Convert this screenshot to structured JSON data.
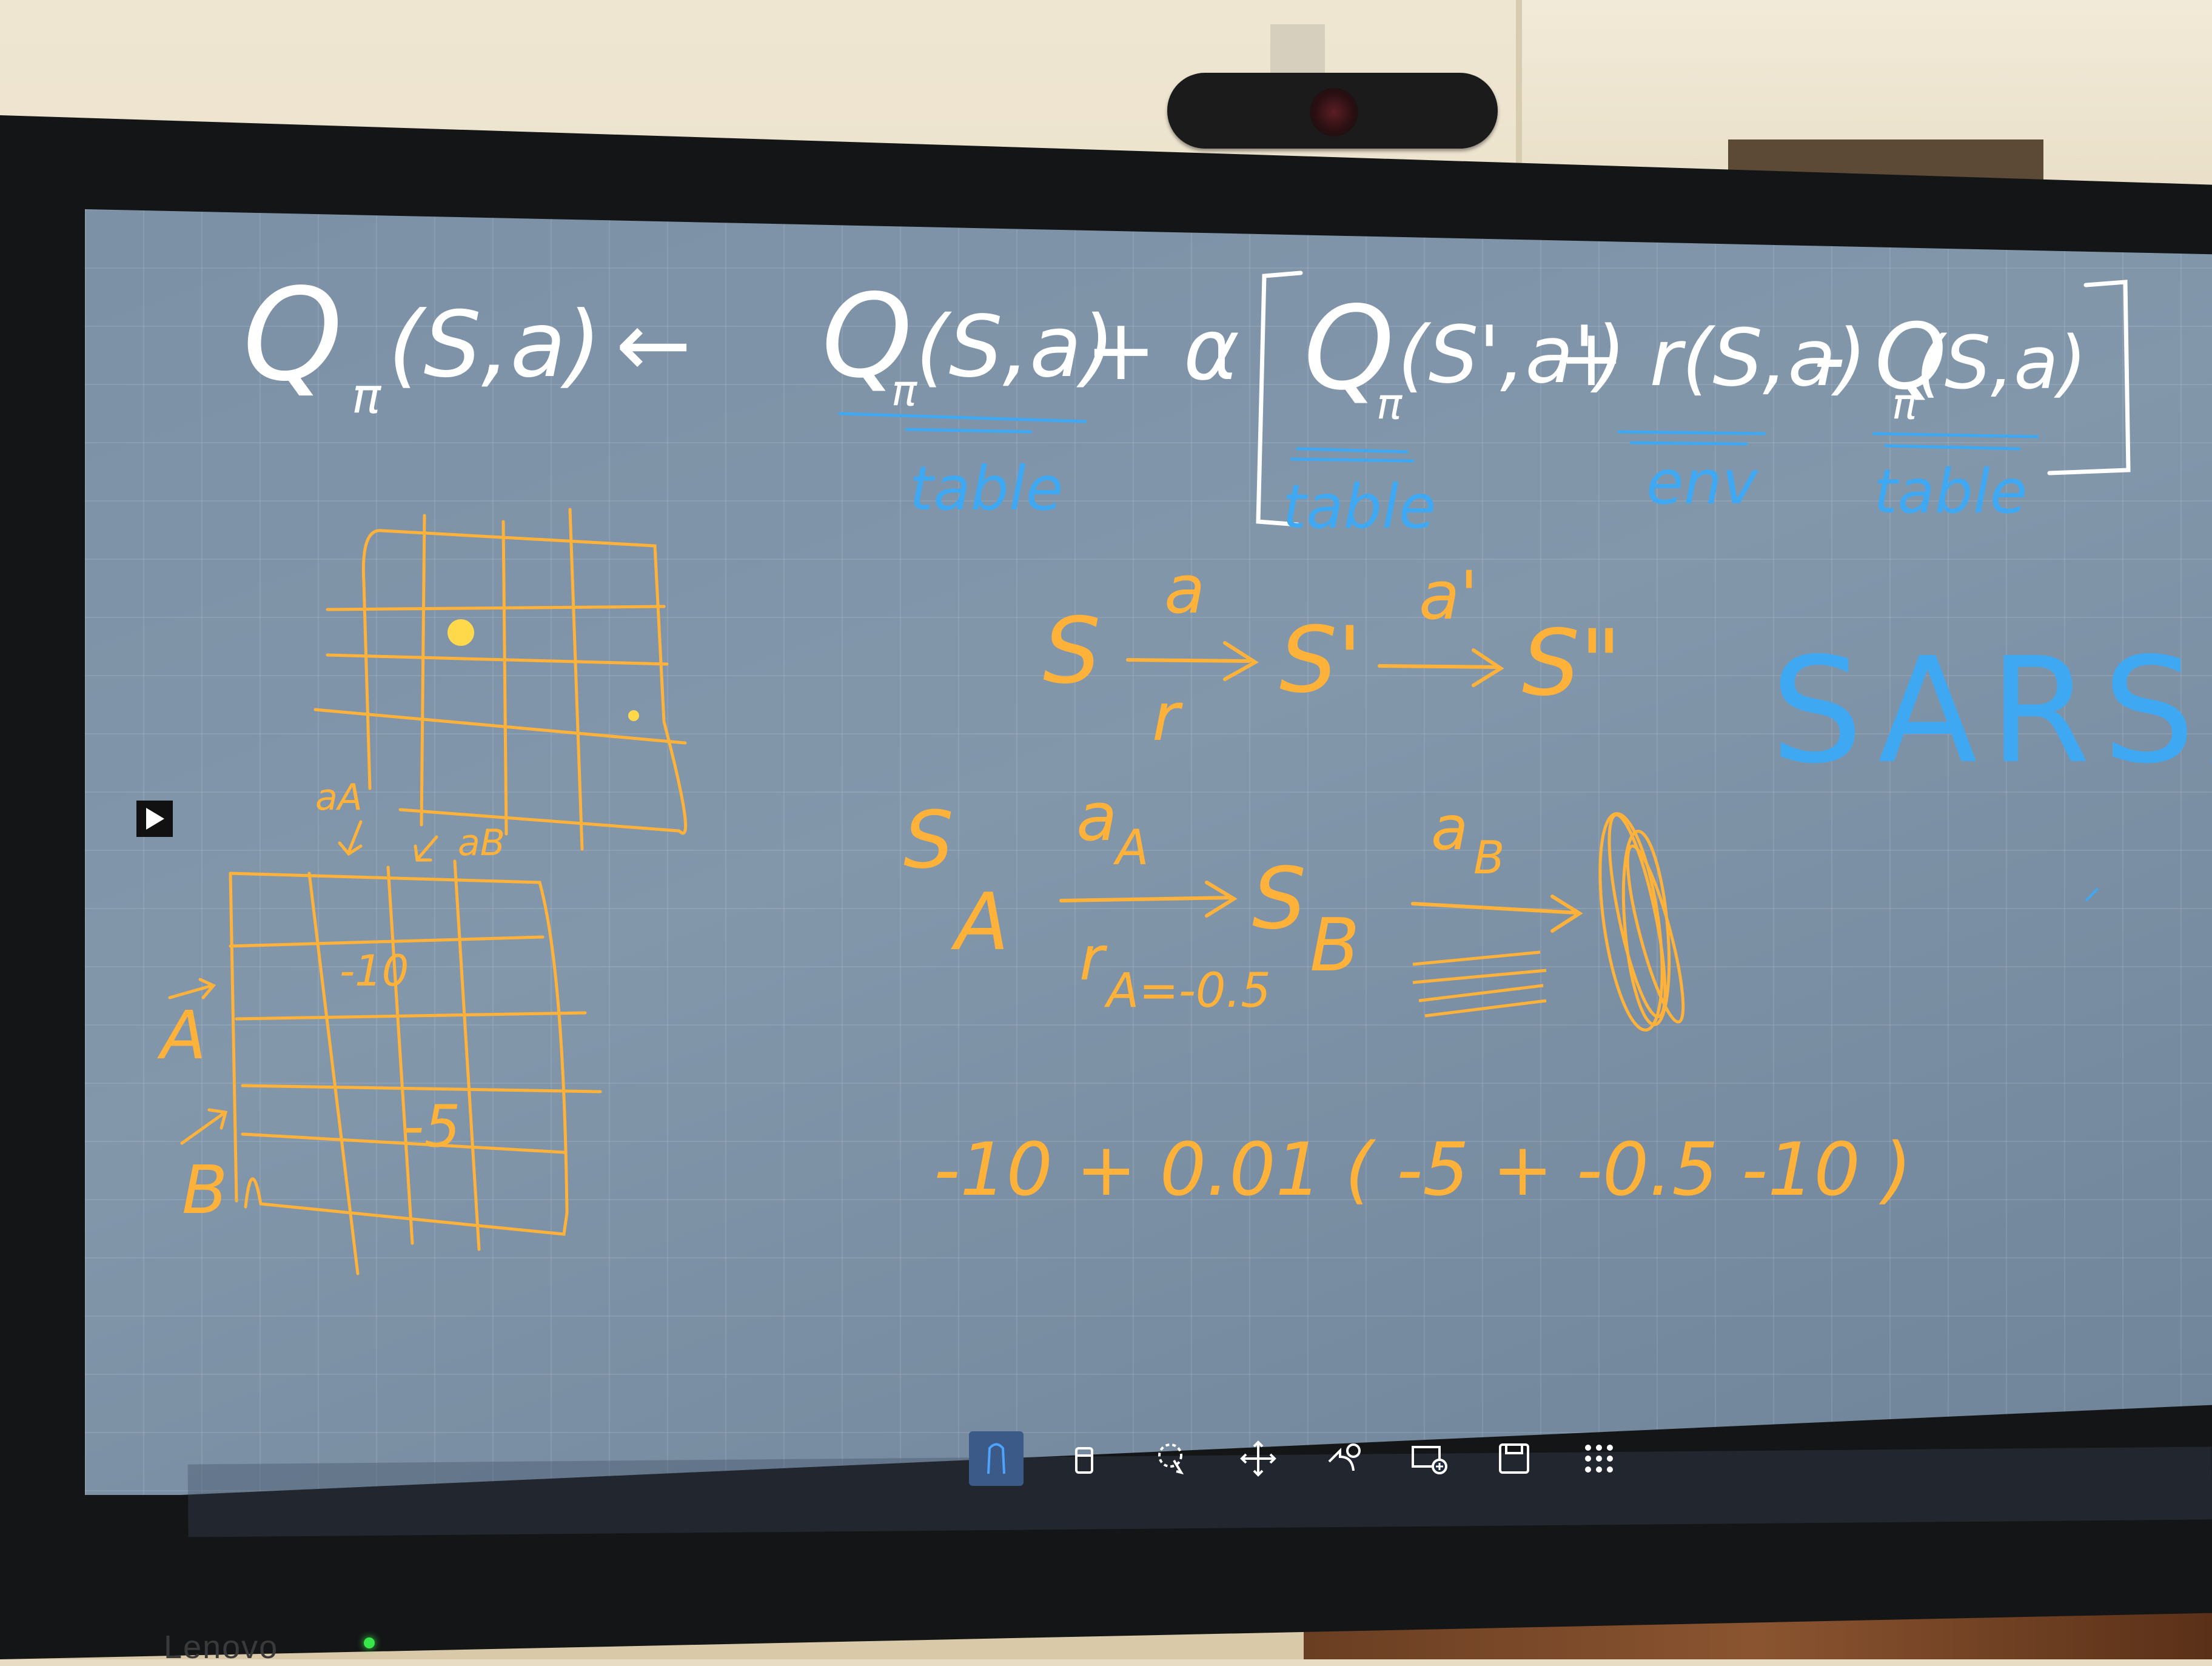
{
  "whiteboard": {
    "formula": {
      "lhs": "Q",
      "lhs_sub": "π",
      "lhs_args": "(S,a)",
      "arrow": "←",
      "q_term": "Q",
      "q_sub": "π",
      "q_args": "(S,a)",
      "plus_alpha": "+ α",
      "bracket_q": "Q",
      "bracket_q_sub": "π",
      "bracket_q_args": "(S',a')",
      "plus_r": "+ r(S,a)",
      "minus_q": "- Q",
      "minus_q_sub": "π",
      "minus_q_args": "(S,a)"
    },
    "labels": {
      "table_1": "table",
      "table_2": "table",
      "env": "env",
      "table_3": "table"
    },
    "sarsa_title": "SARSA",
    "transition": {
      "s": "S",
      "a": "a",
      "r": "r",
      "s_prime": "S'",
      "a_prime": "a'",
      "s_double_prime": "S\""
    },
    "example": {
      "s_a": "S",
      "s_a_sub": "A",
      "a_a": "a",
      "a_a_sub": "A",
      "r_a": "r",
      "r_a_value": "A=-0.5",
      "s_b": "S",
      "s_b_sub": "B",
      "a_b": "a",
      "a_b_sub": "B"
    },
    "grid_labels": {
      "a_a_arrow": "aA",
      "a_b_arrow": "aB",
      "row_a": "A",
      "row_b": "B",
      "cell_10": "-10",
      "cell_5": "-5"
    },
    "computation": "-10 + 0.01 ( -5 + -0.5 -10 )"
  },
  "toolbar": {
    "tools": [
      {
        "name": "pen",
        "icon": "pen-icon"
      },
      {
        "name": "eraser",
        "icon": "eraser-icon"
      },
      {
        "name": "lasso",
        "icon": "lasso-select-icon"
      },
      {
        "name": "move",
        "icon": "move-icon"
      },
      {
        "name": "undo",
        "icon": "undo-icon"
      },
      {
        "name": "add-page",
        "icon": "add-page-icon"
      },
      {
        "name": "save",
        "icon": "save-icon"
      },
      {
        "name": "more",
        "icon": "grid-menu-icon"
      }
    ]
  },
  "bezel": {
    "brand": "Lenovo"
  },
  "colors": {
    "white_ink": "#ffffff",
    "blue_ink": "#3fa8f2",
    "orange_ink": "#ffb23a",
    "yellow_ink": "#ffd94a"
  }
}
